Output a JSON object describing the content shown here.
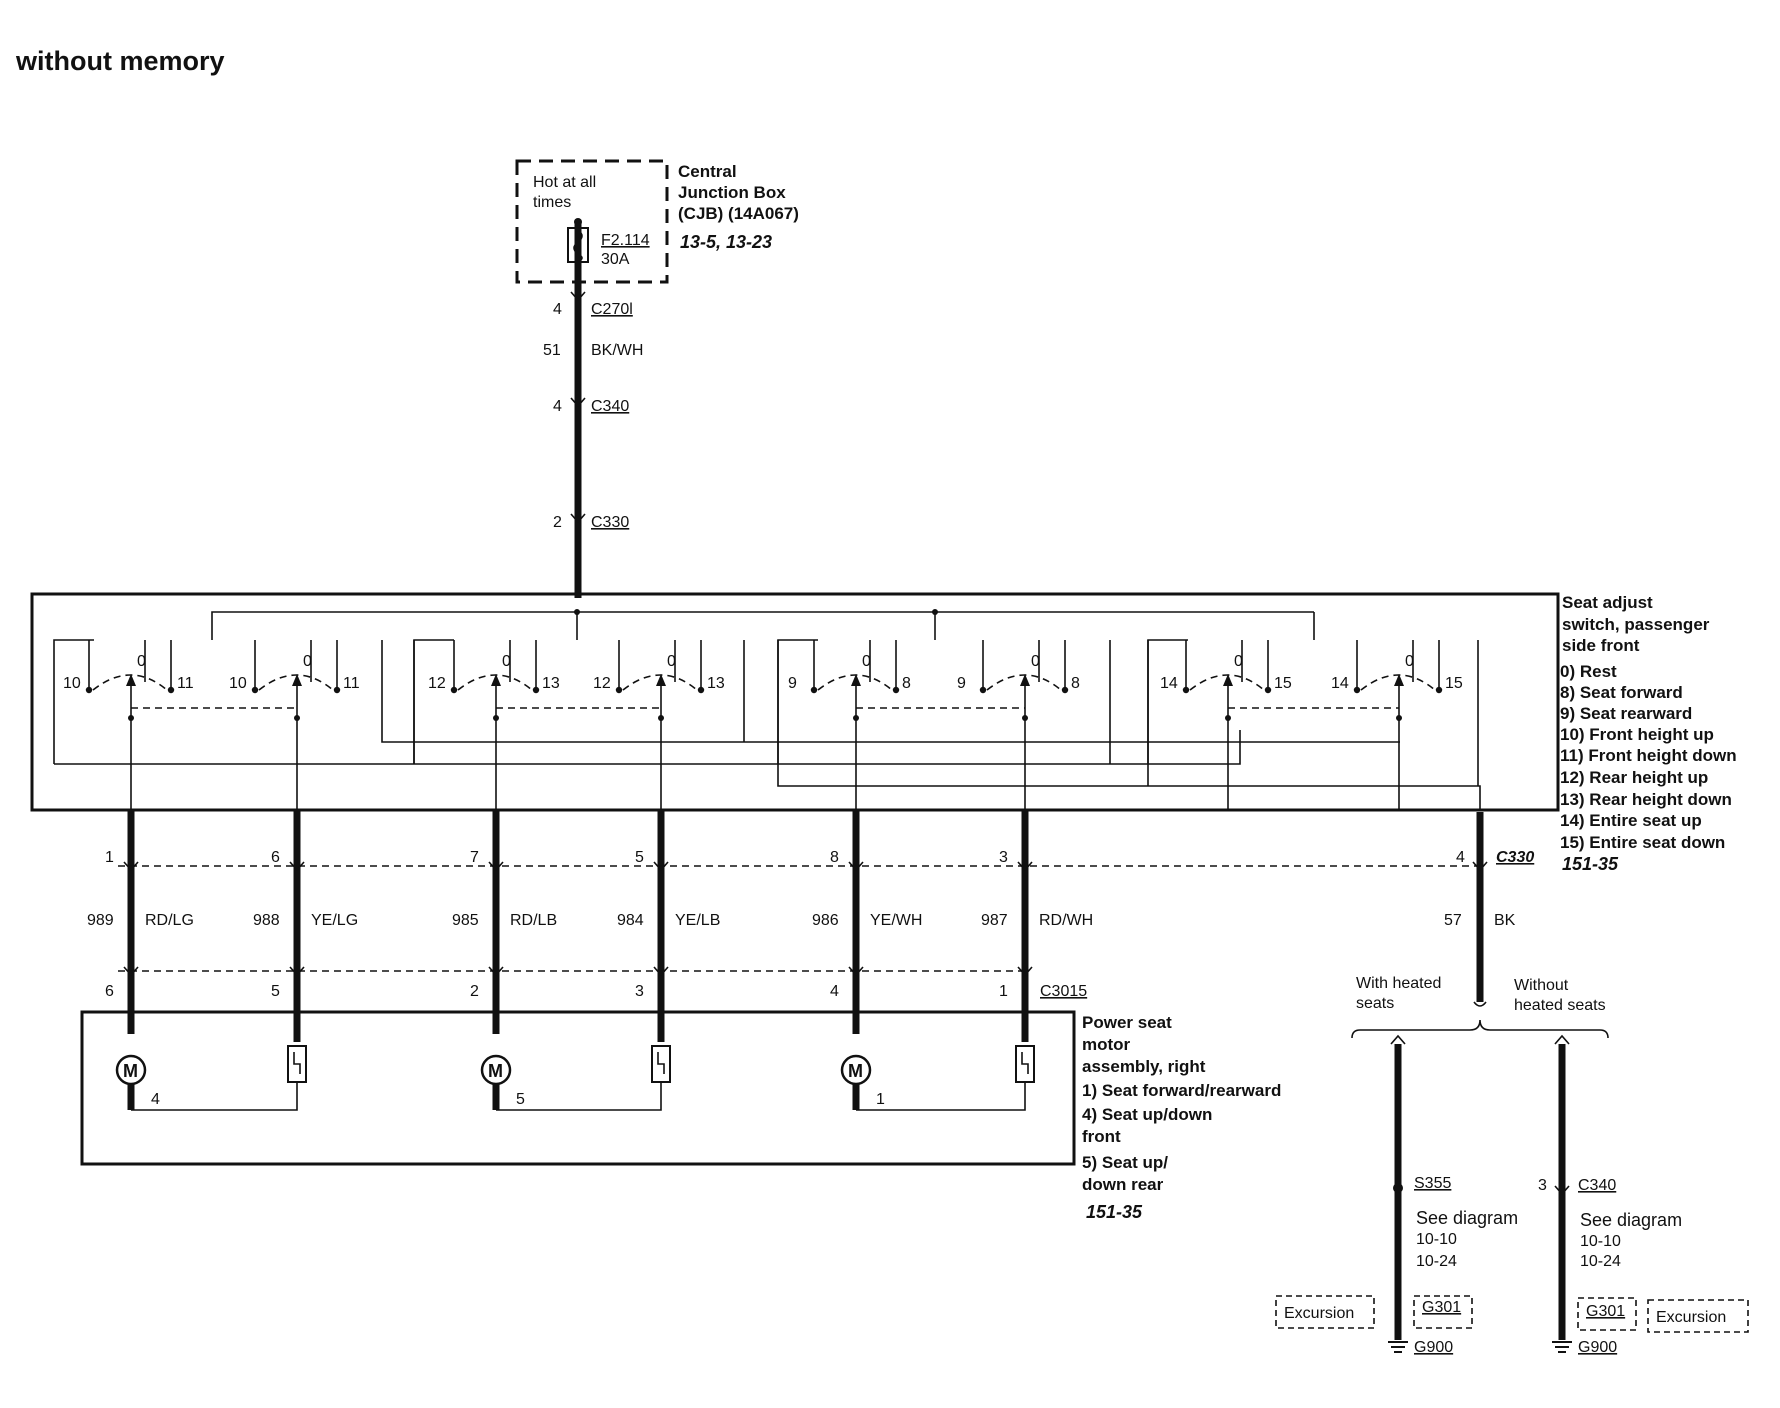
{
  "title": "without memory",
  "cjb": {
    "hot_label_line1": "Hot at all",
    "hot_label_line2": "times",
    "fuse_id": "F2.114",
    "fuse_rating": "30A",
    "name_line1": "Central",
    "name_line2": "Junction Box",
    "name_line3": "(CJB) (14A067)",
    "ref": "13-5, 13-23"
  },
  "feed": [
    {
      "pin": "4",
      "connector": "C270l"
    },
    {
      "circuit": "51",
      "color": "BK/WH"
    },
    {
      "pin": "4",
      "connector": "C340"
    },
    {
      "pin": "2",
      "connector": "C330"
    }
  ],
  "switch_assembly": {
    "name_lines": [
      "Seat adjust",
      "switch, passenger",
      "side front"
    ],
    "legend": [
      "0) Rest",
      "8) Seat forward",
      "9) Seat rearward",
      "10) Front height up",
      "11) Front height down",
      "12) Rear height up",
      "13) Rear height down",
      "14) Entire seat up",
      "15) Entire seat down"
    ],
    "ref": "151-35",
    "contacts": [
      {
        "left": "10",
        "mid": "0",
        "right": "11"
      },
      {
        "left": "10",
        "mid": "0",
        "right": "11"
      },
      {
        "left": "12",
        "mid": "0",
        "right": "13"
      },
      {
        "left": "12",
        "mid": "0",
        "right": "13"
      },
      {
        "left": "9",
        "mid": "0",
        "right": "8"
      },
      {
        "left": "9",
        "mid": "0",
        "right": "8"
      },
      {
        "left": "14",
        "mid": "0",
        "right": "15"
      },
      {
        "left": "14",
        "mid": "0",
        "right": "15"
      }
    ]
  },
  "outputs": [
    {
      "c330_pin": "1",
      "circuit": "989",
      "color": "RD/LG",
      "c3015_pin": "6"
    },
    {
      "c330_pin": "6",
      "circuit": "988",
      "color": "YE/LG",
      "c3015_pin": "5"
    },
    {
      "c330_pin": "7",
      "circuit": "985",
      "color": "RD/LB",
      "c3015_pin": "2"
    },
    {
      "c330_pin": "5",
      "circuit": "984",
      "color": "YE/LB",
      "c3015_pin": "3"
    },
    {
      "c330_pin": "8",
      "circuit": "986",
      "color": "YE/WH",
      "c3015_pin": "4"
    },
    {
      "c330_pin": "3",
      "circuit": "987",
      "color": "RD/WH",
      "c3015_pin": "1"
    }
  ],
  "ground_branch": {
    "c330_pin": "4",
    "connector": "C330",
    "circuit": "57",
    "color": "BK"
  },
  "connector_c3015": "C3015",
  "motor_assembly": {
    "name_lines": [
      "Power seat",
      "motor",
      "assembly, right"
    ],
    "legend": [
      "1) Seat forward/rearward",
      "4) Seat up/down",
      "front",
      "5) Seat up/",
      "down rear"
    ],
    "ref": "151-35",
    "motors": [
      {
        "symbol": "M",
        "number": "4"
      },
      {
        "symbol": "M",
        "number": "5"
      },
      {
        "symbol": "M",
        "number": "1"
      }
    ]
  },
  "ground_options": {
    "with_heated": {
      "label_lines": [
        "With heated",
        "seats"
      ],
      "splice": "S355",
      "see": "See diagram",
      "refs": [
        "10-10",
        "10-24"
      ],
      "excursion": "Excursion",
      "g_alt": "G301",
      "ground": "G900"
    },
    "without_heated": {
      "label_lines": [
        "Without",
        "heated seats"
      ],
      "pin": "3",
      "connector": "C340",
      "see": "See diagram",
      "refs": [
        "10-10",
        "10-24"
      ],
      "excursion": "Excursion",
      "g_alt": "G301",
      "ground": "G900"
    }
  }
}
